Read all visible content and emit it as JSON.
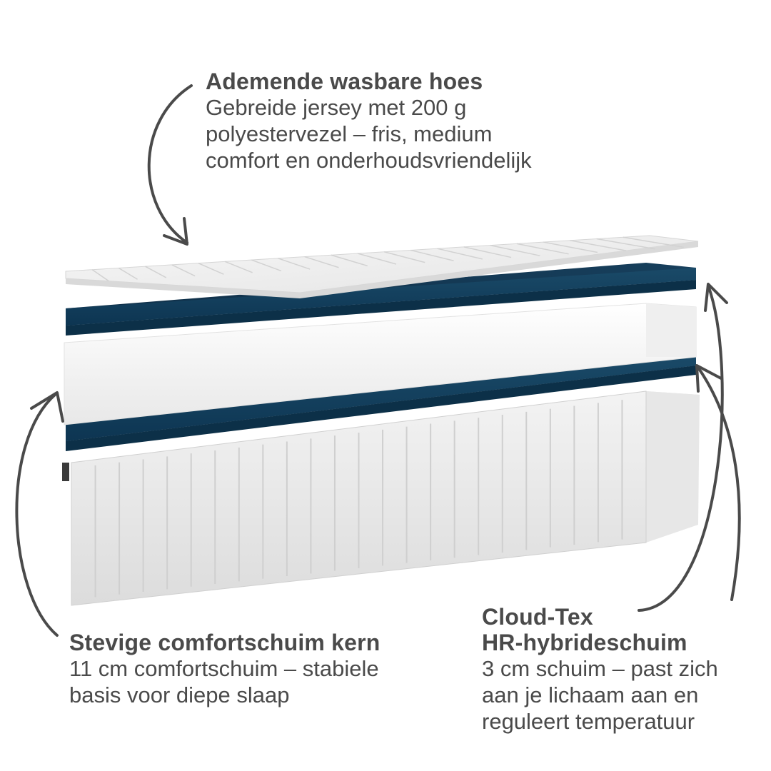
{
  "labels": {
    "cover": {
      "title": "Ademende wasbare hoes",
      "line1": "Gebreide jersey met 200 g",
      "line2": "polyestervezel – fris, medium",
      "line3": "comfort en onderhoudsvriendelijk"
    },
    "core": {
      "title": "Stevige comfortschuim kern",
      "line1": "11 cm comfortschuim – stabiele",
      "line2": "basis voor diepe slaap"
    },
    "hybrid": {
      "title_line1": "Cloud-Tex",
      "title_line2": "HR-hybrideschuim",
      "line1": "3 cm schuim – past zich",
      "line2": "aan je lichaam aan en",
      "line3": "reguleert temperatuur"
    }
  },
  "colors": {
    "text": "#4a4a4a",
    "arrow": "#4a4a4a",
    "foam_blue": "#123f5c",
    "white_foam": "#f4f4f4",
    "cover_white": "#eeeeee"
  }
}
